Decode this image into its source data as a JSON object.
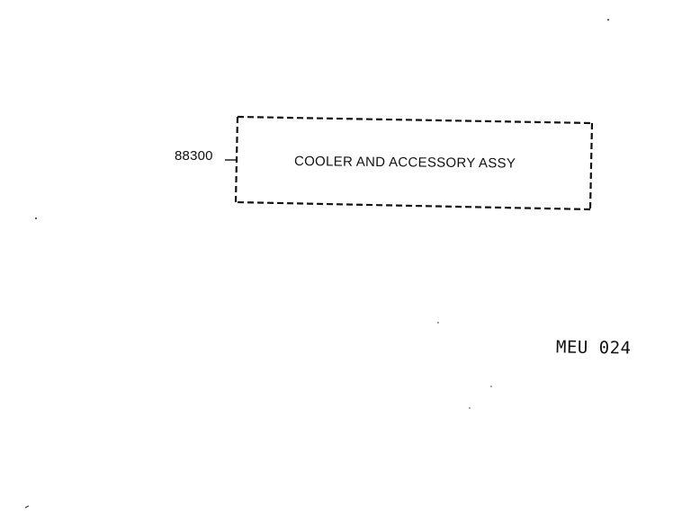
{
  "diagram": {
    "part_number": "88300",
    "assembly_label": "COOLER AND ACCESSORY ASSY",
    "reference_code": "MEU 024"
  },
  "colors": {
    "ink": "#111111",
    "paper": "#ffffff"
  }
}
